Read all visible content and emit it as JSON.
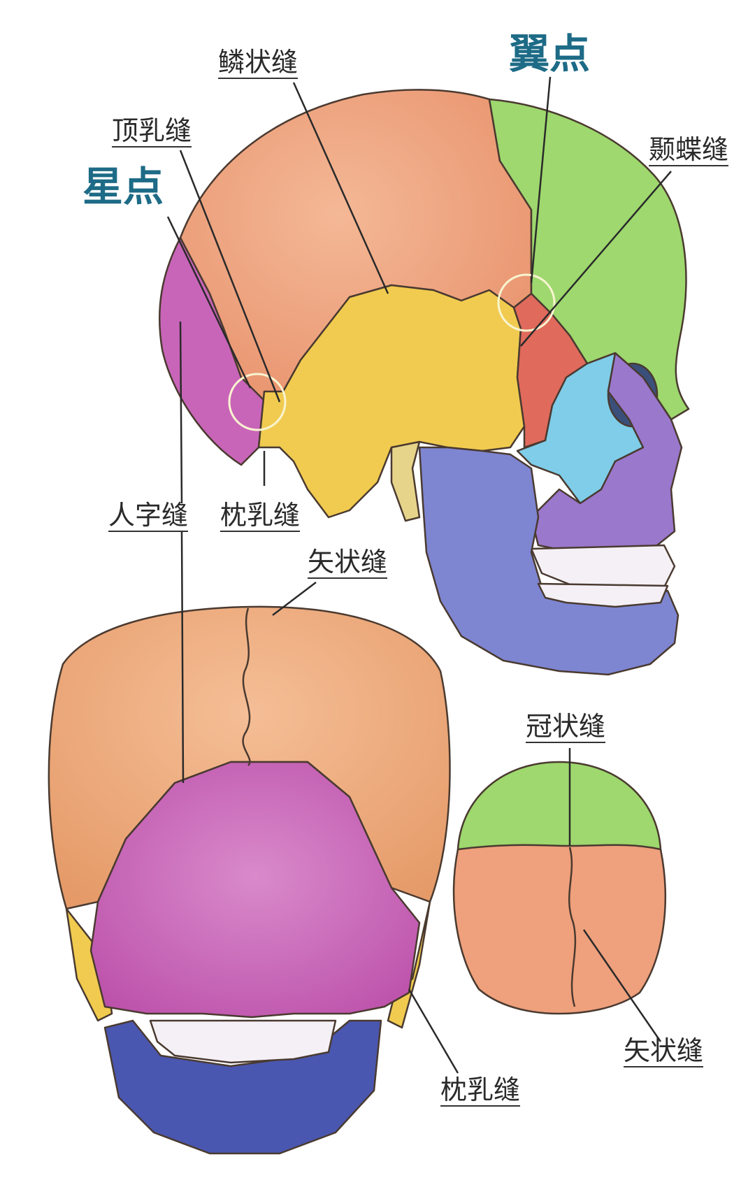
{
  "labels": {
    "squamous": "鳞状缝",
    "pterion": "翼点",
    "parietomastoid": "顶乳缝",
    "sphenosquamosal": "颞蝶缝",
    "asterion": "星点",
    "lambdoid": "人字缝",
    "occipitomastoid_top": "枕乳缝",
    "sagittal_top": "矢状缝",
    "coronal": "冠状缝",
    "sagittal_bottom": "矢状缝",
    "occipitomastoid_bottom": "枕乳缝"
  },
  "colors": {
    "parietal": "#EFA07C",
    "frontal": "#9ED86E",
    "temporal": "#F1CB4F",
    "sphenoid": "#E06A5C",
    "zygomatic": "#7FCDE8",
    "maxilla": "#9A78CC",
    "mandible": "#7E86D2",
    "occipital": "#C965B9",
    "mandible_back": "#4A57B0",
    "accent": "#1d6b86"
  }
}
